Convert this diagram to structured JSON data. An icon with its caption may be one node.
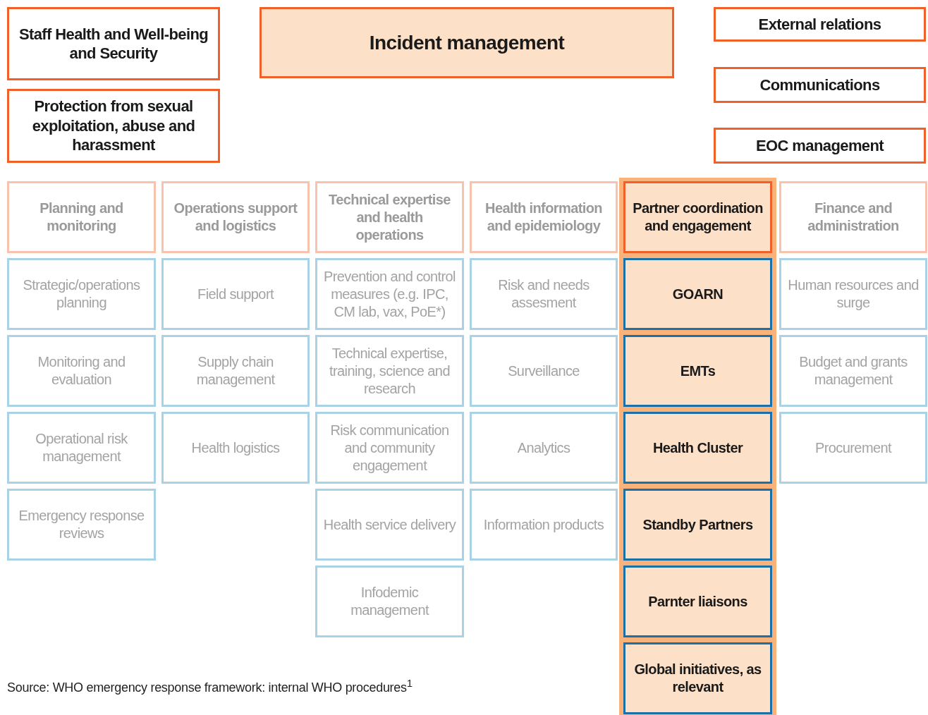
{
  "diagram": {
    "caption": "Source: WHO emergency response framework: internal WHO procedures$^{1}$",
    "nodes": [
      {
        "text": [
          "Staff Health and Well-being and Security"
        ]
      },
      {
        "text": [
          "Incident management"
        ]
      },
      {
        "text": [
          "External relations"
        ]
      },
      {
        "text": [
          "Protection from sexual exploitation, abuse and harassment"
        ]
      },
      {
        "text": [
          "Communications"
        ]
      },
      {
        "text": [
          "EOC management"
        ]
      },
      {
        "text": [
          "Planning and monitoring"
        ]
      },
      {
        "text": [
          "Operations support and logistics"
        ]
      },
      {
        "text": [
          "Technical expertise and health operations"
        ]
      },
      {
        "text": [
          "Health information and epidemiology"
        ]
      },
      {
        "text": [],
        "shape": "bar"
      },
      {
        "text": [
          "Partner coordination and engagement"
        ],
        "in": 10
      },
      {
        "text": [
          "Finance and administration"
        ]
      },
      {
        "text": [
          "Strategic/operations planning"
        ]
      },
      {
        "text": [
          "Field support"
        ]
      },
      {
        "text": [
          "Prevention and control measures (e.g. IPC, CM lab, vax, PoE*)"
        ]
      },
      {
        "text": [
          "Risk and needs assesment"
        ]
      },
      {
        "text": [
          "GOARN"
        ],
        "in": 10
      },
      {
        "text": [
          "Human resources and surge"
        ]
      },
      {
        "text": [
          "Monitoring and evaluation"
        ]
      },
      {
        "text": [
          "Supply chain management"
        ]
      },
      {
        "text": [
          "Technical expertise, training, science and research"
        ]
      },
      {
        "text": [
          "Surveillance"
        ]
      },
      {
        "text": [
          "EMTs"
        ],
        "in": 10
      },
      {
        "text": [
          "Budget and grants management"
        ]
      },
      {
        "text": [
          "Operational risk management"
        ]
      },
      {
        "text": [
          "Health logistics"
        ]
      },
      {
        "text": [
          "Risk communication and community engagement"
        ]
      },
      {
        "text": [
          "Analytics"
        ]
      },
      {
        "text": [
          "Health Cluster"
        ],
        "in": 10
      },
      {
        "text": [
          "Procurement"
        ]
      },
      {
        "text": [
          "Emergency response reviews"
        ]
      },
      {
        "text": [
          "Health service delivery"
        ]
      },
      {
        "text": [
          "Information products"
        ]
      },
      {
        "text": [
          "Standby Partners"
        ],
        "in": 10
      },
      {
        "text": [
          "Infodemic management"
        ]
      },
      {
        "text": [
          "Parnter liaisons"
        ],
        "in": 10
      },
      {
        "text": [
          "Global initiatives, as relevant"
        ],
        "in": 10
      }
    ]
  }
}
